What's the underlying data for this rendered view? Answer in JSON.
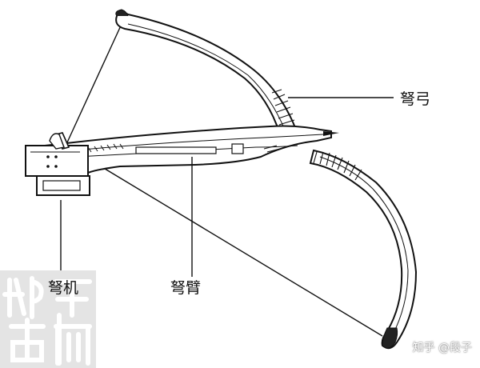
{
  "labels": {
    "bow": "弩弓",
    "trigger": "弩机",
    "stock": "弩臂"
  },
  "watermark": "知乎 @段子",
  "seal_text": "郑古而"
}
